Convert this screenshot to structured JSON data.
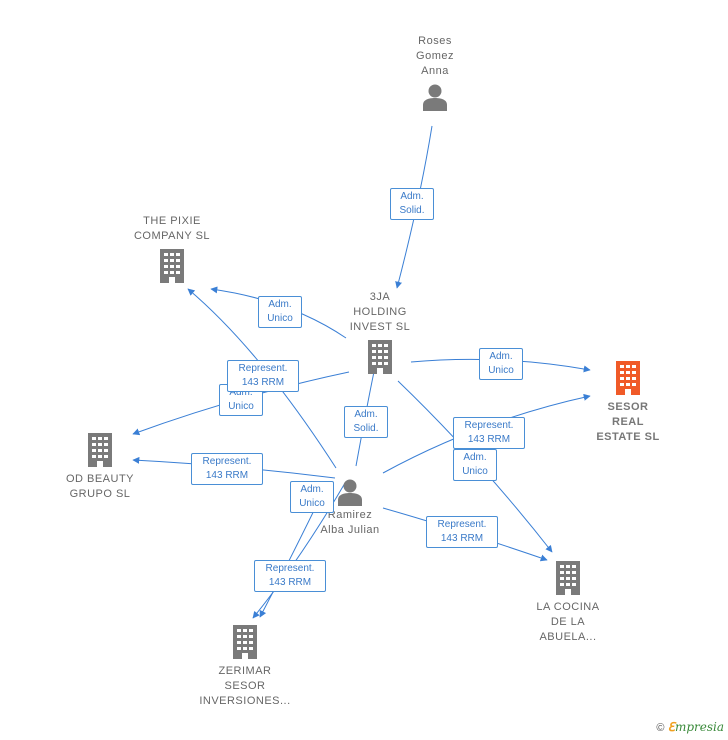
{
  "colors": {
    "edge": "#3a7fd5",
    "company_icon": "#7a7a7a",
    "focus_icon": "#f05a28",
    "person_icon": "#7a7a7a"
  },
  "nodes": {
    "roses": {
      "label": "Roses\nGomez\nAnna",
      "icon": "person-icon"
    },
    "pixie": {
      "label": "THE PIXIE\nCOMPANY  SL",
      "icon": "building-icon"
    },
    "holding": {
      "label": "3JA\nHOLDING\nINVEST  SL",
      "icon": "building-icon"
    },
    "sesor": {
      "label": "SESOR\nREAL\nESTATE  SL",
      "icon": "building-icon"
    },
    "odbeauty": {
      "label": "OD BEAUTY\nGRUPO  SL",
      "icon": "building-icon"
    },
    "ramirez": {
      "label": "Ramirez\nAlba Julian",
      "icon": "person-icon"
    },
    "cocina": {
      "label": "LA COCINA\nDE LA\nABUELA...",
      "icon": "building-icon"
    },
    "zerimar": {
      "label": "ZERIMAR\nSESOR\nINVERSIONES...",
      "icon": "building-icon"
    }
  },
  "edge_labels": {
    "roses_holding": "Adm.\nSolid.",
    "holding_pixie": "Adm.\nUnico",
    "ramirez_pixie": "Represent.\n143 RRM",
    "holding_odbeauty": "Adm.\nUnico",
    "holding_sesor": "Adm.\nUnico",
    "ramirez_holding": "Adm.\nSolid.",
    "ramirez_sesor": "Represent.\n143 RRM",
    "holding_cocina": "Adm.\nUnico",
    "ramirez_odbeauty": "Represent.\n143 RRM",
    "ramirez_zerimar_adm": "Adm.\nUnico",
    "ramirez_cocina": "Represent.\n143 RRM",
    "ramirez_zerimar_rep": "Represent.\n143 RRM"
  },
  "footer": {
    "copyright": "©",
    "brand_first": "ℇ",
    "brand_rest": "mpresia"
  }
}
